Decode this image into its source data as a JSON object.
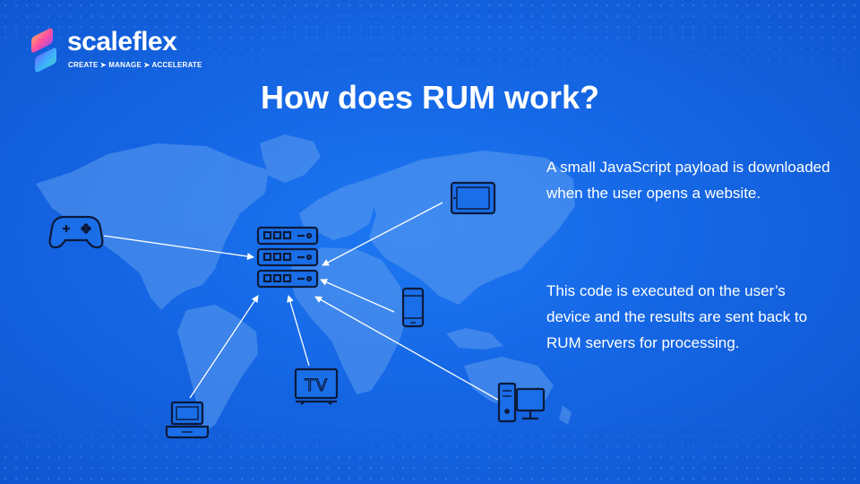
{
  "brand": {
    "name": "scaleflex",
    "tagline": "CREATE ➤ MANAGE ➤ ACCELERATE"
  },
  "slide": {
    "title": "How does RUM work?",
    "paragraphs": [
      "A small JavaScript payload is downloaded when the user opens a website.",
      "This code is executed on the user’s device and the results are sent back to RUM servers for processing."
    ]
  },
  "diagram": {
    "hub": "server-rack",
    "devices": [
      "game-controller",
      "tablet",
      "smartphone",
      "laptop",
      "television",
      "desktop-computer"
    ],
    "tv_screen_text": "TV"
  },
  "colors": {
    "background": "#1566e4",
    "continents": "#5d9cf0",
    "icon_fill": "#1a6ee8",
    "icon_stroke": "#0b1a3a",
    "text": "#ffffff"
  }
}
